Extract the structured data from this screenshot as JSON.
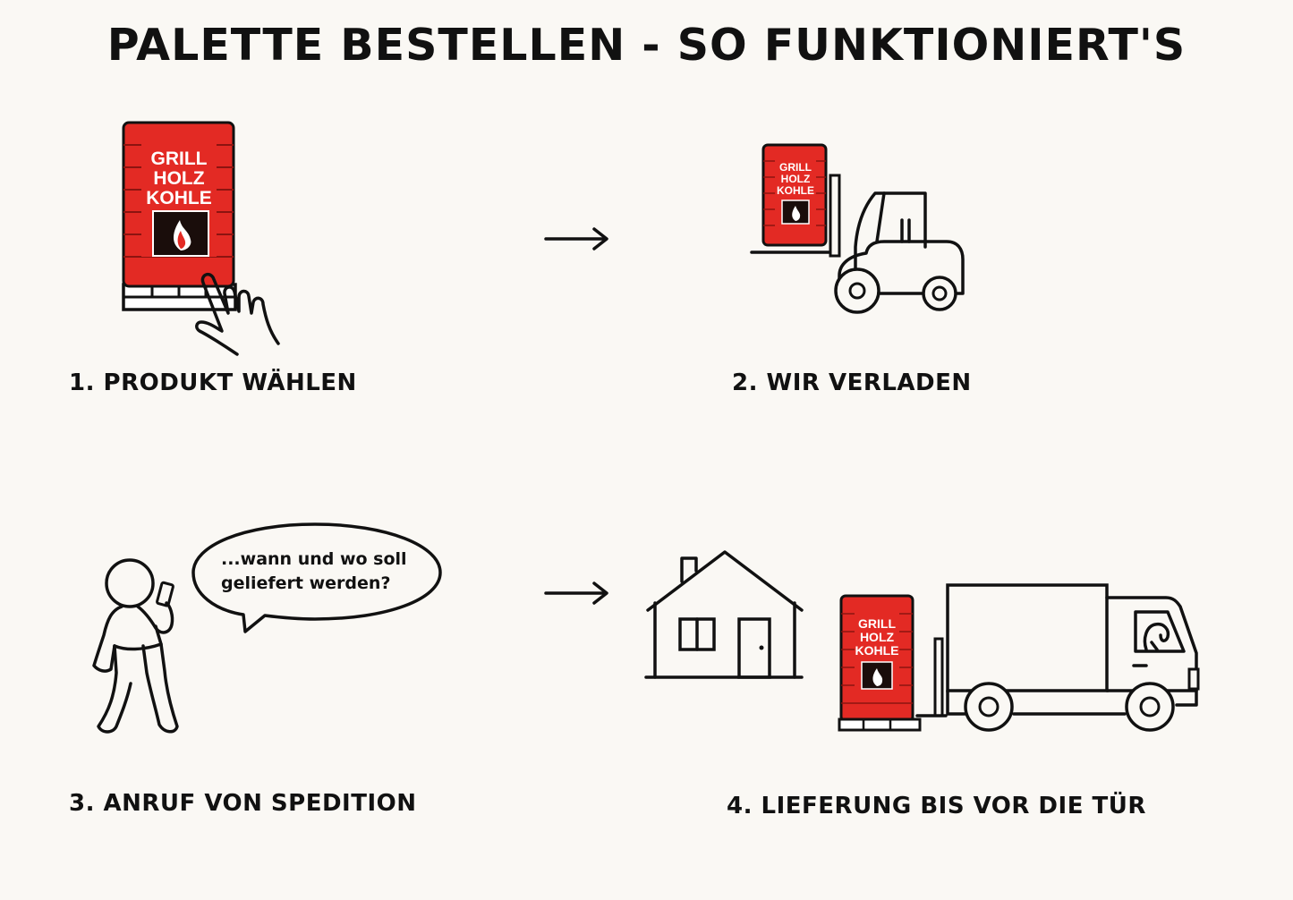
{
  "title": "PALETTE BESTELLEN - SO FUNKTIONIERT'S",
  "product_logo": {
    "line1": "GRILL",
    "line2": "HOLZ",
    "line3": "KOHLE"
  },
  "steps": [
    {
      "label": "1. PRODUKT WÄHLEN"
    },
    {
      "label": "2. WIR VERLADEN"
    },
    {
      "label": "3. ANRUF VON SPEDITION"
    },
    {
      "label": "4. LIEFERUNG BIS VOR DIE TÜR"
    }
  ],
  "speech_bubble": {
    "line1": "...wann und wo soll",
    "line2": "geliefert werden?"
  },
  "icons": [
    "pallet-bag-icon",
    "pointing-hand-icon",
    "forklift-icon",
    "stick-figure-phone-icon",
    "speech-bubble-icon",
    "house-icon",
    "truck-icon",
    "arrow-right-icon"
  ],
  "colors": {
    "brand_red": "#e32a24",
    "ink": "#111111",
    "background": "#faf8f4"
  }
}
